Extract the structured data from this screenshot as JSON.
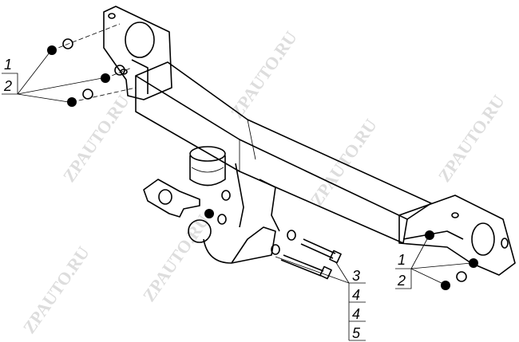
{
  "watermark": "ZPAUTO.RU",
  "callouts": {
    "left": [
      "1",
      "2"
    ],
    "right": [
      "1",
      "2"
    ],
    "bolts": [
      "3",
      "4",
      "4",
      "5"
    ]
  }
}
